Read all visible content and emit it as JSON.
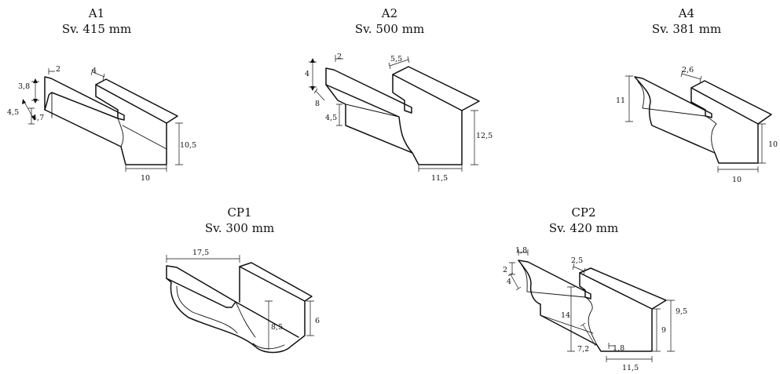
{
  "profiles": [
    {
      "id": "A1",
      "name": "A1",
      "size": "Sv. 415 mm",
      "dims": {
        "lip_top": "2",
        "back_top": "4",
        "front_upper": "3,8",
        "bead": "4,5",
        "front_lower": "4,7",
        "back_height": "10,5",
        "width": "10"
      }
    },
    {
      "id": "A2",
      "name": "A2",
      "size": "Sv. 500 mm",
      "dims": {
        "lip_top": "2",
        "back_top": "5,5",
        "front_upper": "4",
        "bead": "8",
        "front_lower": "4,5",
        "back_height": "12,5",
        "width": "11,5"
      }
    },
    {
      "id": "A4",
      "name": "A4",
      "size": "Sv. 381 mm",
      "dims": {
        "back_top": "2,6",
        "front_height": "11",
        "back_height": "10",
        "width": "10"
      }
    },
    {
      "id": "CP1",
      "name": "CP1",
      "size": "Sv. 300 mm",
      "dims": {
        "top_width": "17,5",
        "depth": "8,5",
        "back_height": "6"
      }
    },
    {
      "id": "CP2",
      "name": "CP2",
      "size": "Sv. 420 mm",
      "dims": {
        "lip_top": "1,8",
        "back_top": "2,5",
        "front_upper": "2",
        "bead": "4",
        "front_height": "14",
        "inner": "7,2",
        "bottom_lip": "1,8",
        "back_height": "9",
        "back_outer": "9,5",
        "width": "11,5"
      }
    }
  ]
}
